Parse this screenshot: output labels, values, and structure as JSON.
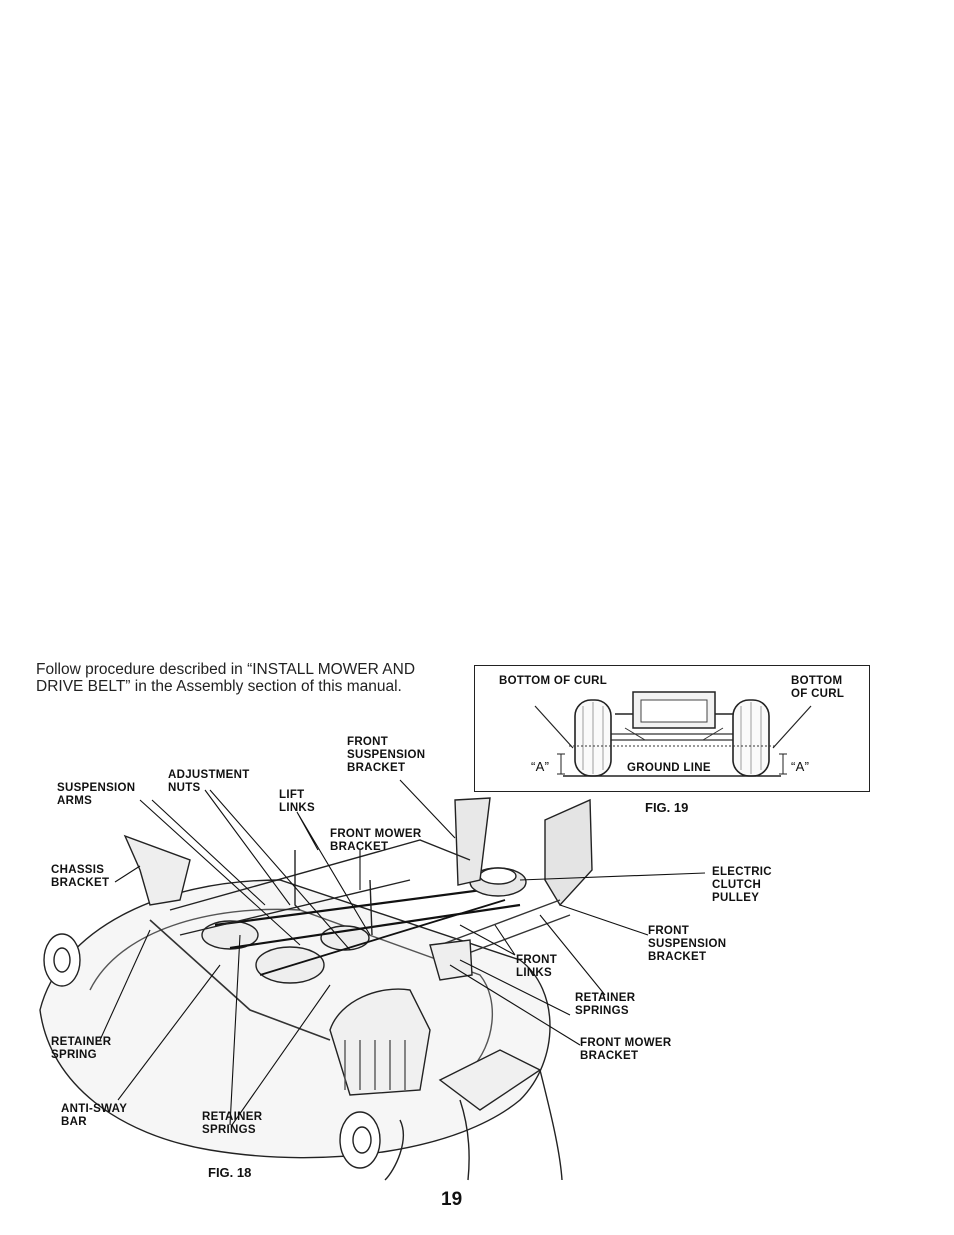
{
  "intro_text": "Follow procedure described in “INSTALL MOWER AND DRIVE BELT” in the Assembly section of this manual.",
  "fig19": {
    "caption": "FIG. 19",
    "bottom_of_curl_left": "BOTTOM OF CURL",
    "bottom_of_curl_right": "BOTTOM OF CURL",
    "a_left": "“A”",
    "a_right": "“A”",
    "ground_line": "GROUND LINE"
  },
  "fig18": {
    "caption": "FIG. 18",
    "labels": {
      "front_suspension_bracket_top": "FRONT SUSPENSION BRACKET",
      "adjustment_nuts": "ADJUSTMENT NUTS",
      "suspension_arms": "SUSPENSION ARMS",
      "lift_links": "LIFT LINKS",
      "front_mower_bracket_top": "FRONT MOWER BRACKET",
      "chassis_bracket": "CHASSIS BRACKET",
      "electric_clutch_pulley": "ELECTRIC CLUTCH PULLEY",
      "front_suspension_bracket_right": "FRONT SUSPENSION BRACKET",
      "front_links": "FRONT LINKS",
      "retainer_springs_right": "RETAINER SPRINGS",
      "front_mower_bracket_bottom": "FRONT MOWER BRACKET",
      "retainer_spring": "RETAINER SPRING",
      "anti_sway_bar": "ANTI-SWAY BAR",
      "retainer_springs_bottom": "RETAINER SPRINGS"
    }
  },
  "page_number": "19"
}
